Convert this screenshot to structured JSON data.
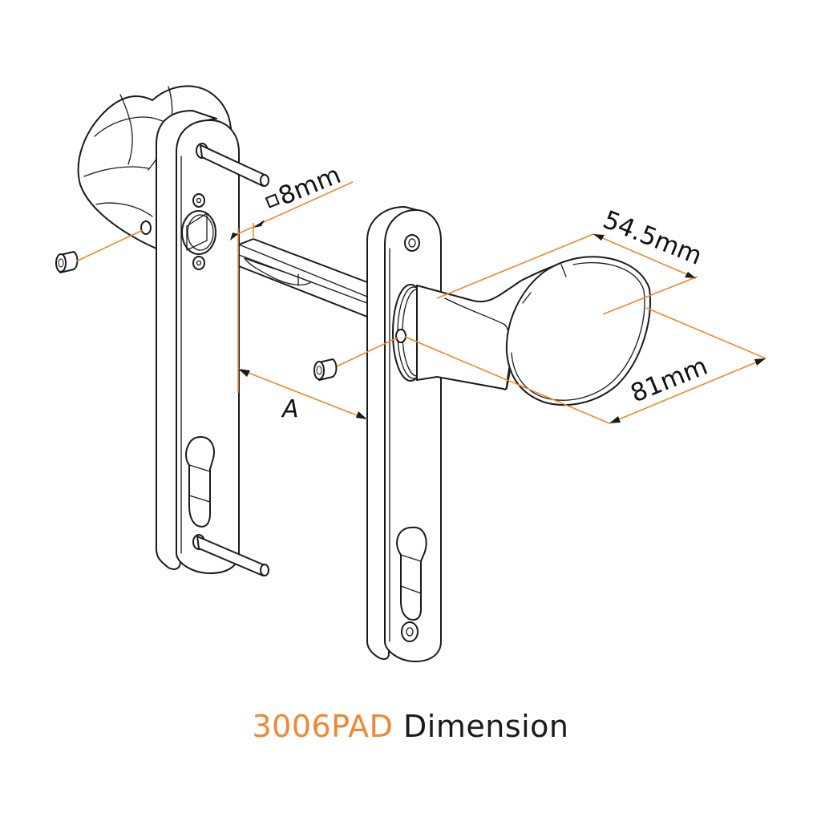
{
  "caption": {
    "model": "3006PAD",
    "word": "Dimension"
  },
  "dimensions": {
    "spindle_square": {
      "symbol": "□",
      "value": "8mm"
    },
    "handle_width": {
      "value": "54.5mm"
    },
    "handle_projection": {
      "value": "81mm"
    },
    "door_thickness": {
      "value": "A"
    }
  },
  "parts": [
    "inner-backplate",
    "inner-pad-handle",
    "outer-backplate",
    "outer-pad-handle",
    "square-spindle",
    "fixing-bolt-top",
    "fixing-bolt-bottom",
    "grub-screw-left",
    "grub-screw-right"
  ],
  "colors": {
    "accent": "#f0882f",
    "line": "#1a1a1a",
    "background": "#ffffff"
  }
}
